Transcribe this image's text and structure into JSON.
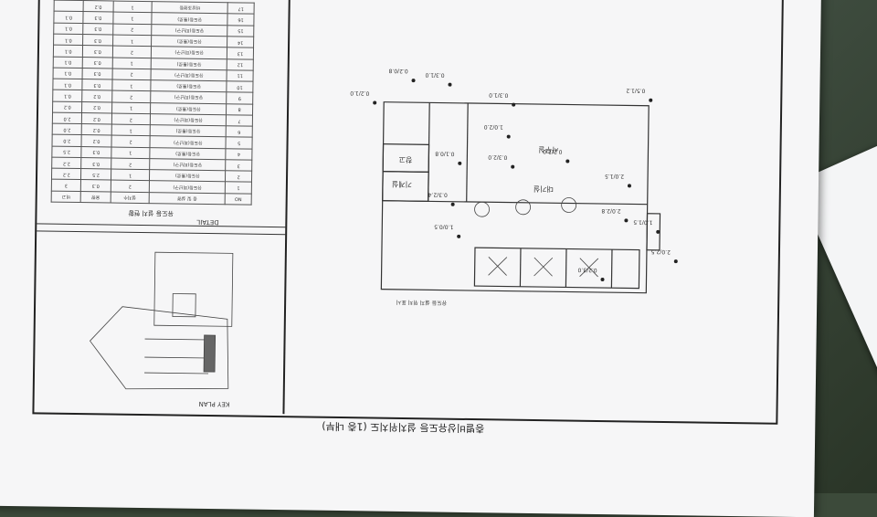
{
  "drawing": {
    "title": "층별비상유도등 설치위치도 (1층 내부)",
    "key_plan_label": "KEY PLAN",
    "detail_label": "DETAIL"
  },
  "legend": {
    "swatches": [
      "",
      "",
      "",
      "",
      "",
      "",
      "",
      "",
      "",
      "",
      ""
    ]
  },
  "schedule": {
    "title": "유도등 설치 현황",
    "header": [
      "NO",
      "층 및 실명",
      "설치수",
      "용량",
      "비고"
    ],
    "rows": [
      [
        "1",
        "유도등(피난구)",
        "2",
        "0.3",
        "3"
      ],
      [
        "2",
        "유도등(통로)",
        "1",
        "2.5",
        "2.2"
      ],
      [
        "3",
        "유도등(피난구)",
        "2",
        "0.3",
        "2.2"
      ],
      [
        "4",
        "유도등(통로)",
        "1",
        "0.3",
        "2.5"
      ],
      [
        "5",
        "유도등(피난구)",
        "2",
        "0.2",
        "2.0"
      ],
      [
        "6",
        "유도등(통로)",
        "1",
        "0.2",
        "2.0"
      ],
      [
        "7",
        "유도등(피난구)",
        "2",
        "0.2",
        "2.0"
      ],
      [
        "8",
        "유도등(통로)",
        "1",
        "0.2",
        "0.2"
      ],
      [
        "9",
        "유도등(피난구)",
        "2",
        "0.2",
        "0.1"
      ],
      [
        "10",
        "유도등(통로)",
        "1",
        "0.3",
        "0.1"
      ],
      [
        "11",
        "유도등(피난구)",
        "2",
        "0.3",
        "0.1"
      ],
      [
        "12",
        "유도등(통로)",
        "1",
        "0.3",
        "0.1"
      ],
      [
        "13",
        "유도등(피난구)",
        "2",
        "0.3",
        "0.1"
      ],
      [
        "14",
        "유도등(통로)",
        "1",
        "0.3",
        "0.1"
      ],
      [
        "15",
        "유도등(피난구)",
        "2",
        "0.3",
        "0.1"
      ],
      [
        "16",
        "유도등(통로)",
        "1",
        "0.3",
        "0.1"
      ],
      [
        "17",
        "비상조명등",
        "1",
        "0.2",
        ""
      ]
    ]
  },
  "plan": {
    "rooms": [
      "대기실",
      "사무실",
      "창고",
      "기계실"
    ],
    "tags": [
      "0.2/0.8",
      "0.2/1.0",
      "0.3/1.0",
      "0.3/1.0",
      "1.0/2.0",
      "0.5/1.2",
      "0.1/0.8",
      "0.3/2.0",
      "0.2/2.0",
      "2.0/1.5",
      "0.3/2.4",
      "1.0/0.5",
      "2.0/2.8",
      "1.0/1.5",
      "2.0/2.5",
      "0.2/3.0"
    ],
    "note": "유도등 설치 위치 표시"
  }
}
